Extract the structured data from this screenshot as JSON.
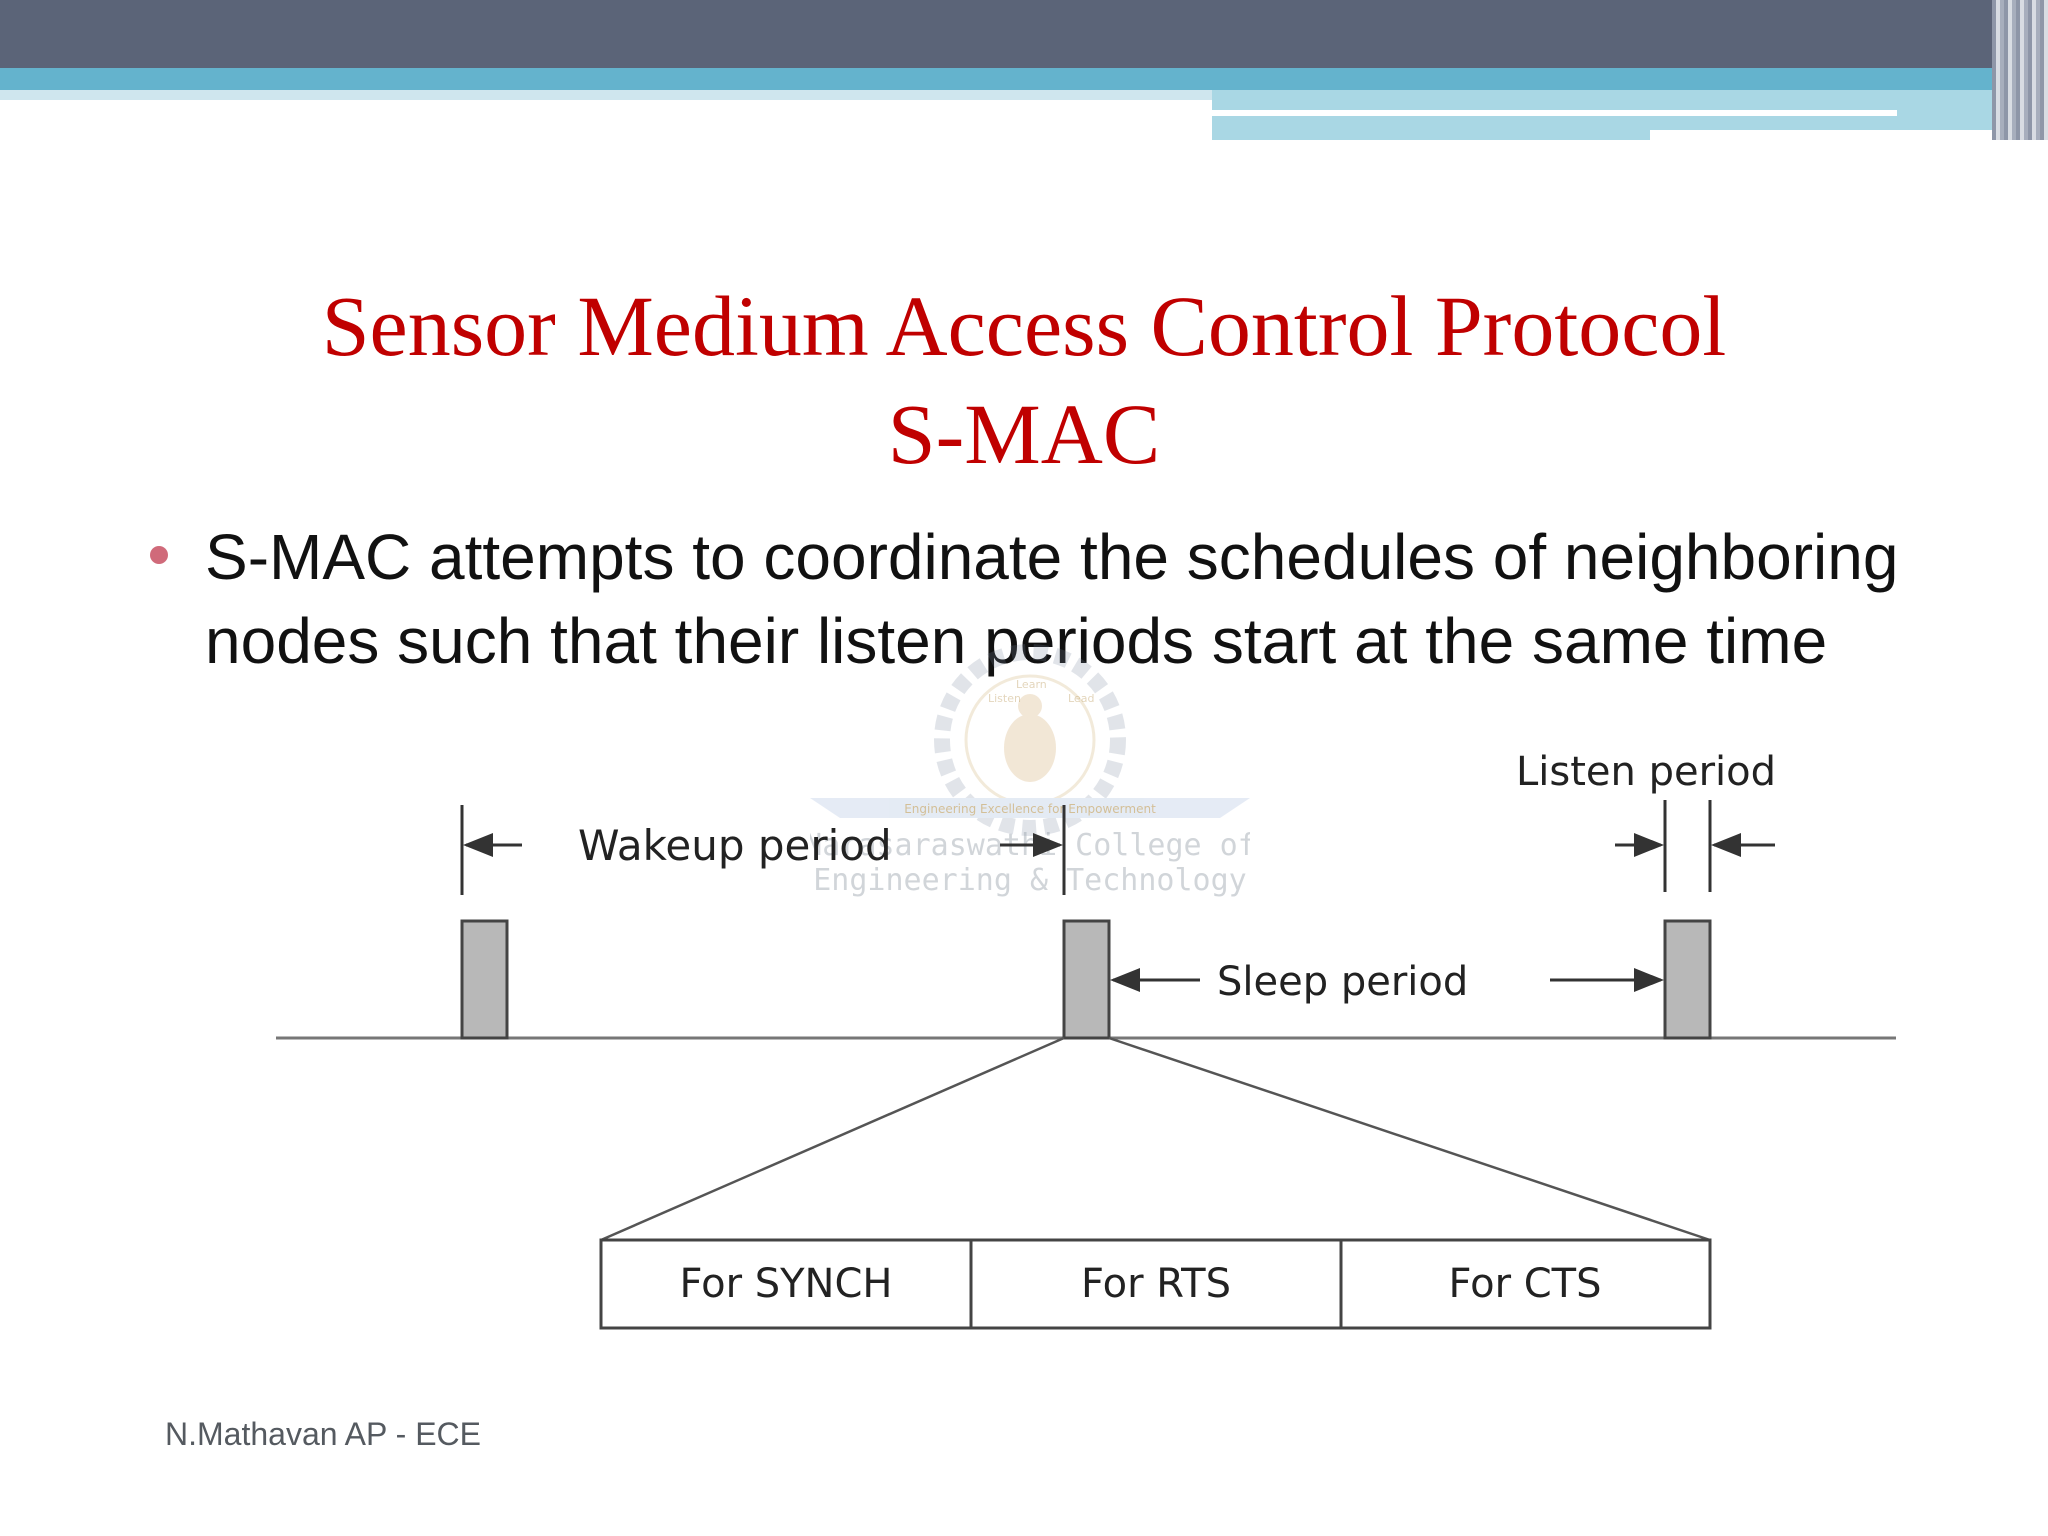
{
  "slide": {
    "title_line1": "Sensor Medium Access Control Protocol",
    "title_line2": "S-MAC",
    "bullet": "S-MAC attempts to coordinate the schedules of neighboring nodes such that their listen periods start at the same time",
    "footer": "N.Mathavan AP - ECE",
    "colors": {
      "title": "#c00000",
      "header_dark": "#5b6478",
      "header_cyan": "#64b3cd",
      "bullet_dot": "#d06a7a"
    }
  },
  "watermark": {
    "ring_words": [
      "Listen",
      "Learn",
      "Lead"
    ],
    "banner": "Engineering Excellence for Empowerment",
    "college_line1": "Narasaraswathi College of",
    "college_line2": "Engineering & Technology"
  },
  "diagram": {
    "wakeup_label": "Wakeup period",
    "listen_label": "Listen period",
    "sleep_label": "Sleep period",
    "segments": [
      "For SYNCH",
      "For RTS",
      "For CTS"
    ]
  }
}
